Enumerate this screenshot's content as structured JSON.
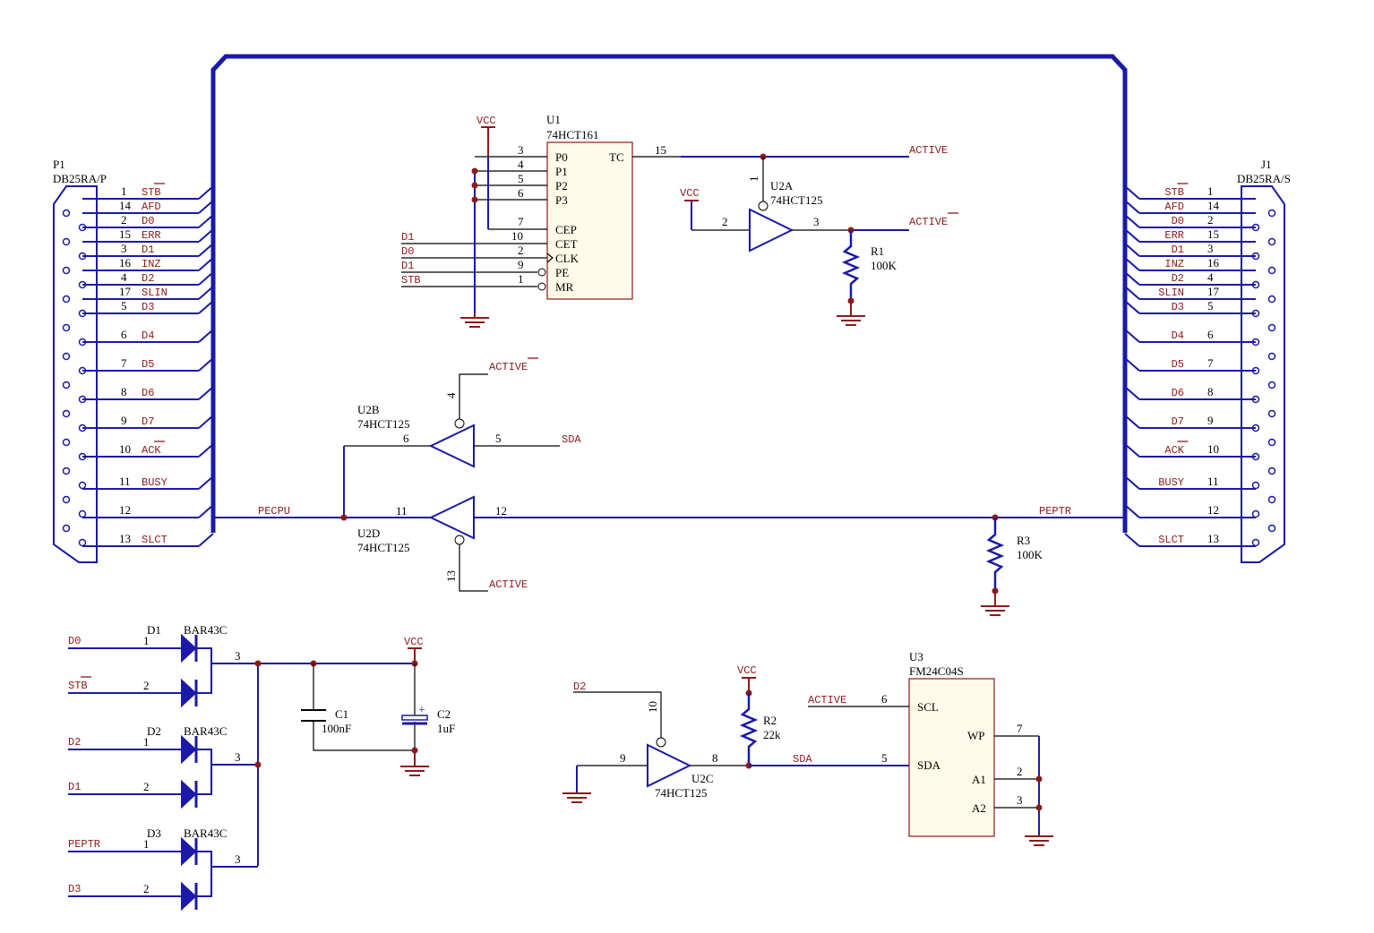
{
  "connector_rows": [
    {
      "pin": "1",
      "net": "STB",
      "bar": true
    },
    {
      "pin": "14",
      "net": "AFD",
      "bar": false
    },
    {
      "pin": "2",
      "net": "D0",
      "bar": false
    },
    {
      "pin": "15",
      "net": "ERR",
      "bar": false
    },
    {
      "pin": "3",
      "net": "D1",
      "bar": false
    },
    {
      "pin": "16",
      "net": "INZ",
      "bar": false
    },
    {
      "pin": "4",
      "net": "D2",
      "bar": false
    },
    {
      "pin": "17",
      "net": "SLIN",
      "bar": false
    },
    {
      "pin": "5",
      "net": "D3",
      "bar": false
    },
    {
      "pin": "6",
      "net": "D4",
      "bar": false
    },
    {
      "pin": "7",
      "net": "D5",
      "bar": false
    },
    {
      "pin": "8",
      "net": "D6",
      "bar": false
    },
    {
      "pin": "9",
      "net": "D7",
      "bar": false
    },
    {
      "pin": "10",
      "net": "ACK",
      "bar": true
    },
    {
      "pin": "11",
      "net": "BUSY",
      "bar": false
    },
    {
      "pin": "12",
      "net": "",
      "bar": false
    },
    {
      "pin": "13",
      "net": "SLCT",
      "bar": false
    }
  ],
  "p1": {
    "ref": "P1",
    "part": "DB25RA/P"
  },
  "j1": {
    "ref": "J1",
    "part": "DB25RA/S"
  },
  "u1": {
    "ref": "U1",
    "part": "74HCT161",
    "pins": {
      "p0": "P0",
      "p1": "P1",
      "p2": "P2",
      "p3": "P3",
      "cep": "CEP",
      "cet": "CET",
      "clk": "CLK",
      "pe": "PE",
      "mr": "MR",
      "tc": "TC"
    },
    "nums": {
      "n3": "3",
      "n4": "4",
      "n5": "5",
      "n6": "6",
      "n7": "7",
      "n10": "10",
      "n2": "2",
      "n9": "9",
      "n1": "1",
      "n15": "15"
    }
  },
  "u1_inputs": {
    "cet": "D1",
    "clk": "D0",
    "pe": "D1",
    "mr": "STB"
  },
  "u2a": {
    "ref": "U2A",
    "part": "74HCT125",
    "p1": "1",
    "p2": "2",
    "p3": "3"
  },
  "u2b": {
    "ref": "U2B",
    "part": "74HCT125",
    "p4": "4",
    "p5": "5",
    "p6": "6"
  },
  "u2c": {
    "ref": "U2C",
    "part": "74HCT125",
    "p8": "8",
    "p9": "9",
    "p10": "10"
  },
  "u2d": {
    "ref": "U2D",
    "part": "74HCT125",
    "p11": "11",
    "p12": "12",
    "p13": "13"
  },
  "r1": {
    "ref": "R1",
    "val": "100K"
  },
  "r2": {
    "ref": "R2",
    "val": "22k"
  },
  "r3": {
    "ref": "R3",
    "val": "100K"
  },
  "c1": {
    "ref": "C1",
    "val": "100nF"
  },
  "c2": {
    "ref": "C2",
    "val": "1uF"
  },
  "vcc": "VCC",
  "nets": {
    "active": "ACTIVE",
    "sda": "SDA",
    "pecpu": "PECPU",
    "peptr": "PEPTR",
    "d0": "D0",
    "stb": "STB",
    "d1": "D1",
    "d2": "D2",
    "d3": "D3"
  },
  "diodes": [
    {
      "ref": "D1",
      "part": "BAR43C",
      "in1": "D0",
      "in2": "STB",
      "bar2": true,
      "p1": "1",
      "p2": "2",
      "p3": "3"
    },
    {
      "ref": "D2",
      "part": "BAR43C",
      "in1": "D2",
      "in2": "D1",
      "bar2": false,
      "p1": "1",
      "p2": "2",
      "p3": "3"
    },
    {
      "ref": "D3",
      "part": "BAR43C",
      "in1": "PEPTR",
      "in2": "D3",
      "bar2": false,
      "p1": "1",
      "p2": "2",
      "p3": "3"
    }
  ],
  "u3": {
    "ref": "U3",
    "part": "FM24C04S",
    "pins": {
      "scl": "SCL",
      "sda": "SDA",
      "wp": "WP",
      "a1": "A1",
      "a2": "A2"
    },
    "nums": {
      "n6": "6",
      "n5": "5",
      "n7": "7",
      "n2": "2",
      "n3": "3"
    }
  },
  "colors": {
    "wire": "#1a1aa6",
    "component": "#8b1a1a",
    "text": "#000000"
  }
}
